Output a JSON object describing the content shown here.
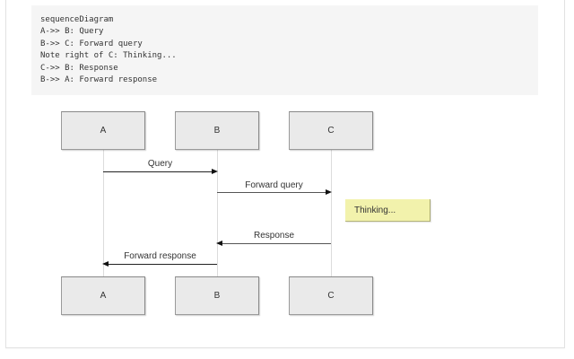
{
  "code": {
    "lines": [
      "sequenceDiagram",
      "A->> B: Query",
      "B->> C: Forward query",
      "Note right of C: Thinking...",
      "C->> B: Response",
      "B->> A: Forward response"
    ]
  },
  "diagram": {
    "actors": [
      {
        "id": "A",
        "label": "A"
      },
      {
        "id": "B",
        "label": "B"
      },
      {
        "id": "C",
        "label": "C"
      }
    ],
    "messages": [
      {
        "from": "A",
        "to": "B",
        "label": "Query"
      },
      {
        "from": "B",
        "to": "C",
        "label": "Forward query"
      },
      {
        "from": "C",
        "to": "B",
        "label": "Response"
      },
      {
        "from": "B",
        "to": "A",
        "label": "Forward response"
      }
    ],
    "note": {
      "position": "right of C",
      "text": "Thinking..."
    },
    "colors": {
      "actor_fill": "#eaeaea",
      "actor_border": "#9a9a9a",
      "note_fill": "#f2f2ac",
      "lifeline": "#dcdcdc",
      "arrow": "#222222"
    }
  }
}
